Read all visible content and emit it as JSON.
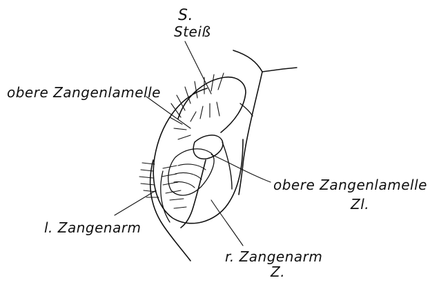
{
  "labels": {
    "s_letter": "S.",
    "steiss": "Steiß",
    "obere_zangenlamelle_left": "obere Zangenlamelle",
    "obere_zangenlamelle_right": "obere Zangenlamelle",
    "zl_abbrev": "Zl.",
    "l_zangenarm": "l. Zangenarm",
    "r_zangenarm": "r. Zangenarm",
    "z_abbrev": "Z."
  }
}
